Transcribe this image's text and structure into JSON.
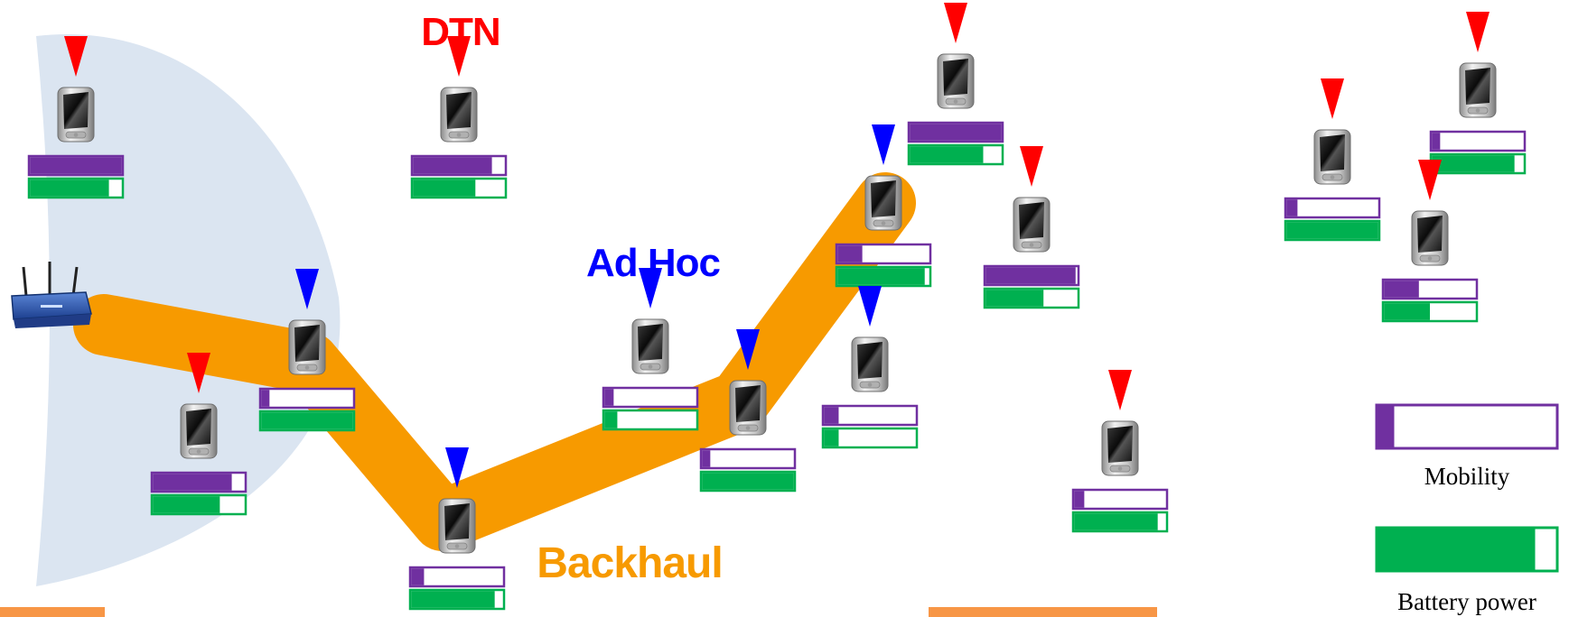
{
  "labels": {
    "dtn": "DTN",
    "adhoc": "Ad Hoc",
    "backhaul": "Backhaul"
  },
  "legend": {
    "mobility": "Mobility",
    "battery": "Battery power"
  },
  "colors": {
    "coverage": "#dbe5f1",
    "backhaul": "#f79a00",
    "dtn_marker": "#ff0000",
    "adhoc_marker": "#0000ff",
    "mobility_bar": "#7030a0",
    "battery_bar": "#00b050",
    "bottom_strip": "#f79646"
  },
  "devices": [
    {
      "id": "d1",
      "mode": "dtn",
      "mobility": 1.0,
      "battery": 0.86
    },
    {
      "id": "d2",
      "mode": "dtn",
      "mobility": 0.86,
      "battery": 0.68
    },
    {
      "id": "d3",
      "mode": "adhoc",
      "mobility": 0.09,
      "battery": 1.0
    },
    {
      "id": "d4",
      "mode": "dtn",
      "mobility": 0.86,
      "battery": 0.73
    },
    {
      "id": "d5",
      "mode": "adhoc",
      "mobility": 0.14,
      "battery": 0.91
    },
    {
      "id": "d6",
      "mode": "adhoc",
      "mobility": 0.1,
      "battery": 0.14
    },
    {
      "id": "d7",
      "mode": "adhoc",
      "mobility": 0.09,
      "battery": 1.0
    },
    {
      "id": "d8",
      "mode": "adhoc",
      "mobility": 0.27,
      "battery": 0.95
    },
    {
      "id": "d9",
      "mode": "dtn",
      "mobility": 1.0,
      "battery": 0.8
    },
    {
      "id": "d10",
      "mode": "dtn",
      "mobility": 0.98,
      "battery": 0.63
    },
    {
      "id": "d11",
      "mode": "adhoc",
      "mobility": 0.16,
      "battery": 0.16
    },
    {
      "id": "d12",
      "mode": "dtn",
      "mobility": 0.11,
      "battery": 0.91
    },
    {
      "id": "d13",
      "mode": "dtn",
      "mobility": 0.12,
      "battery": 1.0
    },
    {
      "id": "d14",
      "mode": "dtn",
      "mobility": 0.09,
      "battery": 0.9
    },
    {
      "id": "d15",
      "mode": "dtn",
      "mobility": 0.38,
      "battery": 0.5
    }
  ]
}
